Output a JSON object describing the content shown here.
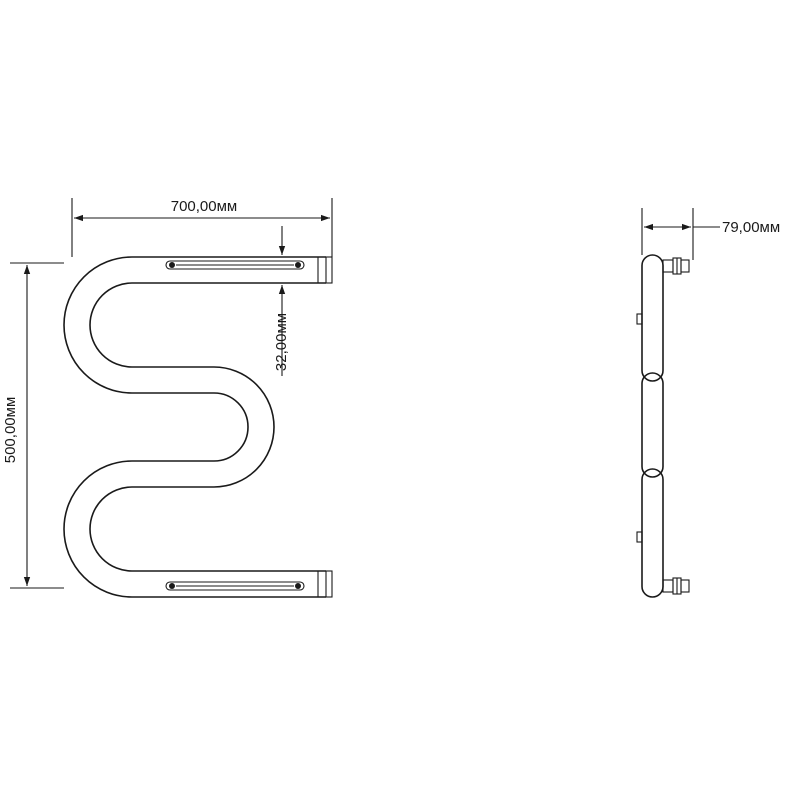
{
  "dimensions": {
    "width_label": "700,00мм",
    "height_label": "500,00мм",
    "pipe_label": "32,00мм",
    "depth_label": "79,00мм"
  }
}
